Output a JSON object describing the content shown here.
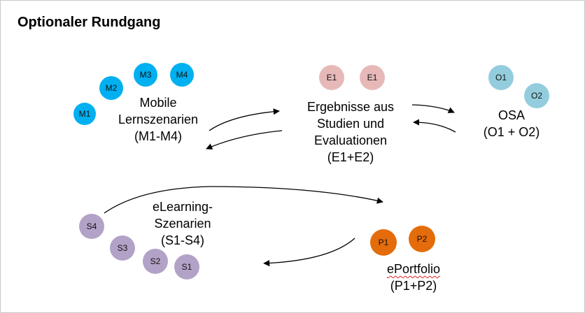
{
  "title": "Optionaler Rundgang",
  "colors": {
    "mobile": "#00b0f0",
    "results": "#e6b9b8",
    "osa": "#93cddd",
    "elearning": "#b3a2c7",
    "eportfolio": "#e46c0a",
    "arrow": "#000000"
  },
  "groups": {
    "mobile": {
      "nodes": [
        "M1",
        "M2",
        "M3",
        "M4"
      ],
      "label": [
        "Mobile",
        "Lernszenarien",
        "(M1-M4)"
      ]
    },
    "results": {
      "nodes": [
        "E1",
        "E1"
      ],
      "label": [
        "Ergebnisse aus",
        "Studien und",
        "Evaluationen",
        "(E1+E2)"
      ]
    },
    "osa": {
      "nodes": [
        "O1",
        "O2"
      ],
      "label": [
        "OSA",
        "(O1 + O2)"
      ]
    },
    "elearning": {
      "nodes": [
        "S4",
        "S3",
        "S2",
        "S1"
      ],
      "label": [
        "eLearning-",
        "Szenarien",
        "(S1-S4)"
      ]
    },
    "eportfolio": {
      "nodes": [
        "P1",
        "P2"
      ],
      "label": [
        "ePortfolio",
        "(P1+P2)"
      ]
    }
  }
}
